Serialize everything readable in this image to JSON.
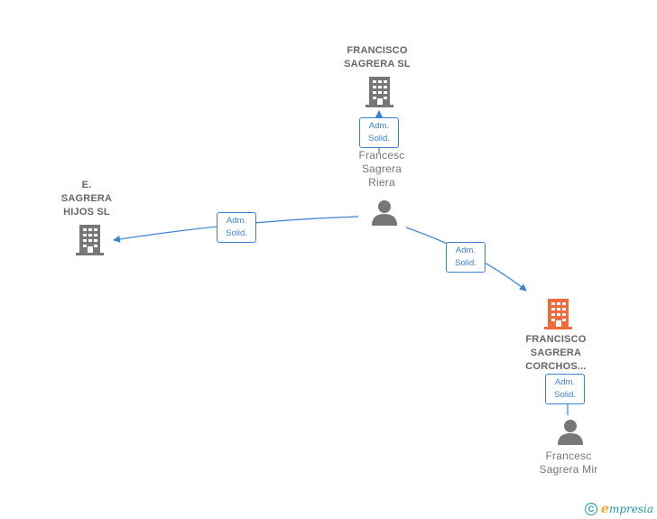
{
  "nodes": {
    "francisco_sagrera_sl": {
      "label_line1": "FRANCISCO",
      "label_line2": "SAGRERA SL",
      "type": "company",
      "icon": "building-icon",
      "color": "#777777"
    },
    "e_sagrera_hijos": {
      "label_line1": "E.",
      "label_line2": "SAGRERA",
      "label_line3": "HIJOS SL",
      "type": "company",
      "icon": "building-icon",
      "color": "#777777"
    },
    "francesc_sagrera_riera": {
      "label_line1": "Francesc",
      "label_line2": "Sagrera",
      "label_line3": "Riera",
      "type": "person",
      "icon": "person-icon",
      "color": "#777777"
    },
    "francisco_sagrera_corchos": {
      "label_line1": "FRANCISCO",
      "label_line2": "SAGRERA",
      "label_line3": "CORCHOS...",
      "type": "company",
      "icon": "building-icon",
      "color": "#f26b3a"
    },
    "francesc_sagrera_mir": {
      "label_line1": "Francesc",
      "label_line2": "Sagrera Mir",
      "type": "person",
      "icon": "person-icon",
      "color": "#777777"
    }
  },
  "edges": {
    "riera_to_sl": {
      "line1": "Adm.",
      "line2": "Solid."
    },
    "riera_to_hijos": {
      "line1": "Adm.",
      "line2": "Solid."
    },
    "riera_to_corchos": {
      "line1": "Adm.",
      "line2": "Solid."
    },
    "mir_to_corchos": {
      "line1": "Adm.",
      "line2": "Solid."
    }
  },
  "colors": {
    "edge": "#3b82d6",
    "node_default": "#777777",
    "node_highlight": "#f26b3a"
  },
  "footer": {
    "copyright_symbol": "C",
    "brand_initial": "e",
    "brand_rest": "mpresia"
  }
}
